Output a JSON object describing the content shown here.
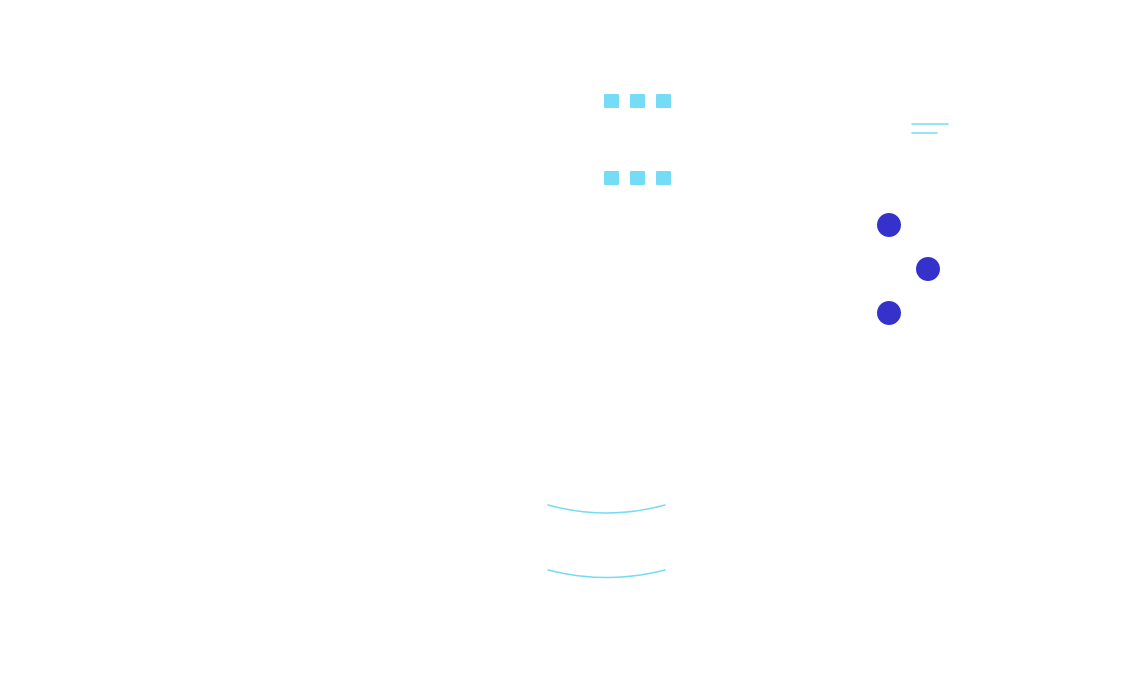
{
  "colors": {
    "background": "#ffffff",
    "accent_light": "#74dcf4",
    "accent_dark": "#3532cc"
  },
  "elements": {
    "square_rows": {
      "count_rows": 2,
      "squares_per_row": 3,
      "icon": "square-dot-icon"
    },
    "lines_icon": {
      "icon": "menu-lines-icon"
    },
    "circles": {
      "count": 3,
      "icon": "circle-dot-icon"
    },
    "arcs": {
      "count": 2,
      "icon": "arc-curve-icon"
    }
  }
}
